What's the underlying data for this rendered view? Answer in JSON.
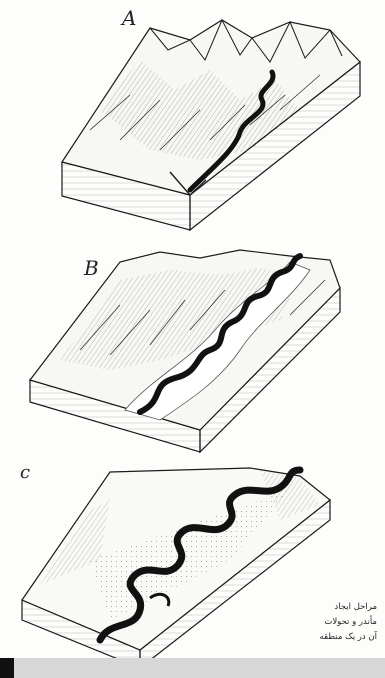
{
  "panels": [
    {
      "label": "A"
    },
    {
      "label": "B"
    },
    {
      "label": "c"
    }
  ],
  "caption": {
    "lines": [
      "مراحل ایجاد",
      "مأندر و تحولات",
      "آن در یک منطقه"
    ]
  },
  "colors": {
    "ink": "#1a1a1a",
    "paper": "#fdfdfb",
    "river": "#111111",
    "bar": "#d7d7d7"
  }
}
